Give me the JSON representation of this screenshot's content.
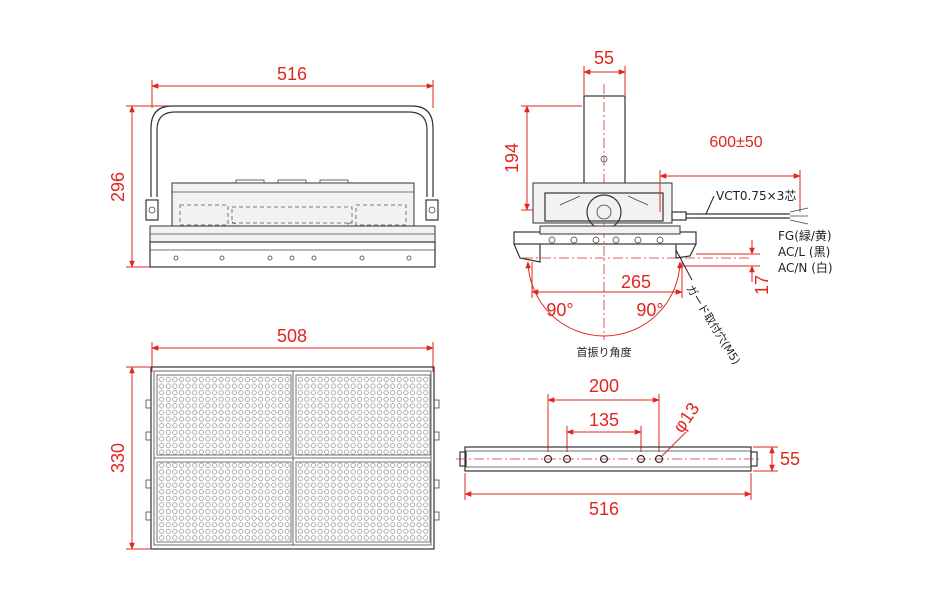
{
  "colors": {
    "dimension": "#e0261e",
    "outline": "#333333",
    "note": "#222222",
    "background": "#ffffff"
  },
  "front_view": {
    "width_label": "516",
    "height_label": "296"
  },
  "side_view": {
    "arm_width_label": "55",
    "arm_height_label": "194",
    "cable_length_label": "600±50",
    "guard_span_label": "265",
    "guard_offset_label": "17",
    "tilt_left_label": "90°",
    "tilt_right_label": "90°",
    "tilt_caption": "首振り角度",
    "guard_hole_note": "ガード取付穴(M5)",
    "cable_spec": "VCT0.75×3芯",
    "wires": [
      "FG(緑/黄)",
      "AC/L (黒)",
      "AC/N (白)"
    ]
  },
  "bottom_view": {
    "width_label": "508",
    "height_label": "330"
  },
  "bracket_view": {
    "hole_pitch_outer_label": "200",
    "hole_pitch_inner_label": "135",
    "hole_diameter_label": "φ13",
    "length_label": "516",
    "depth_label": "55"
  }
}
